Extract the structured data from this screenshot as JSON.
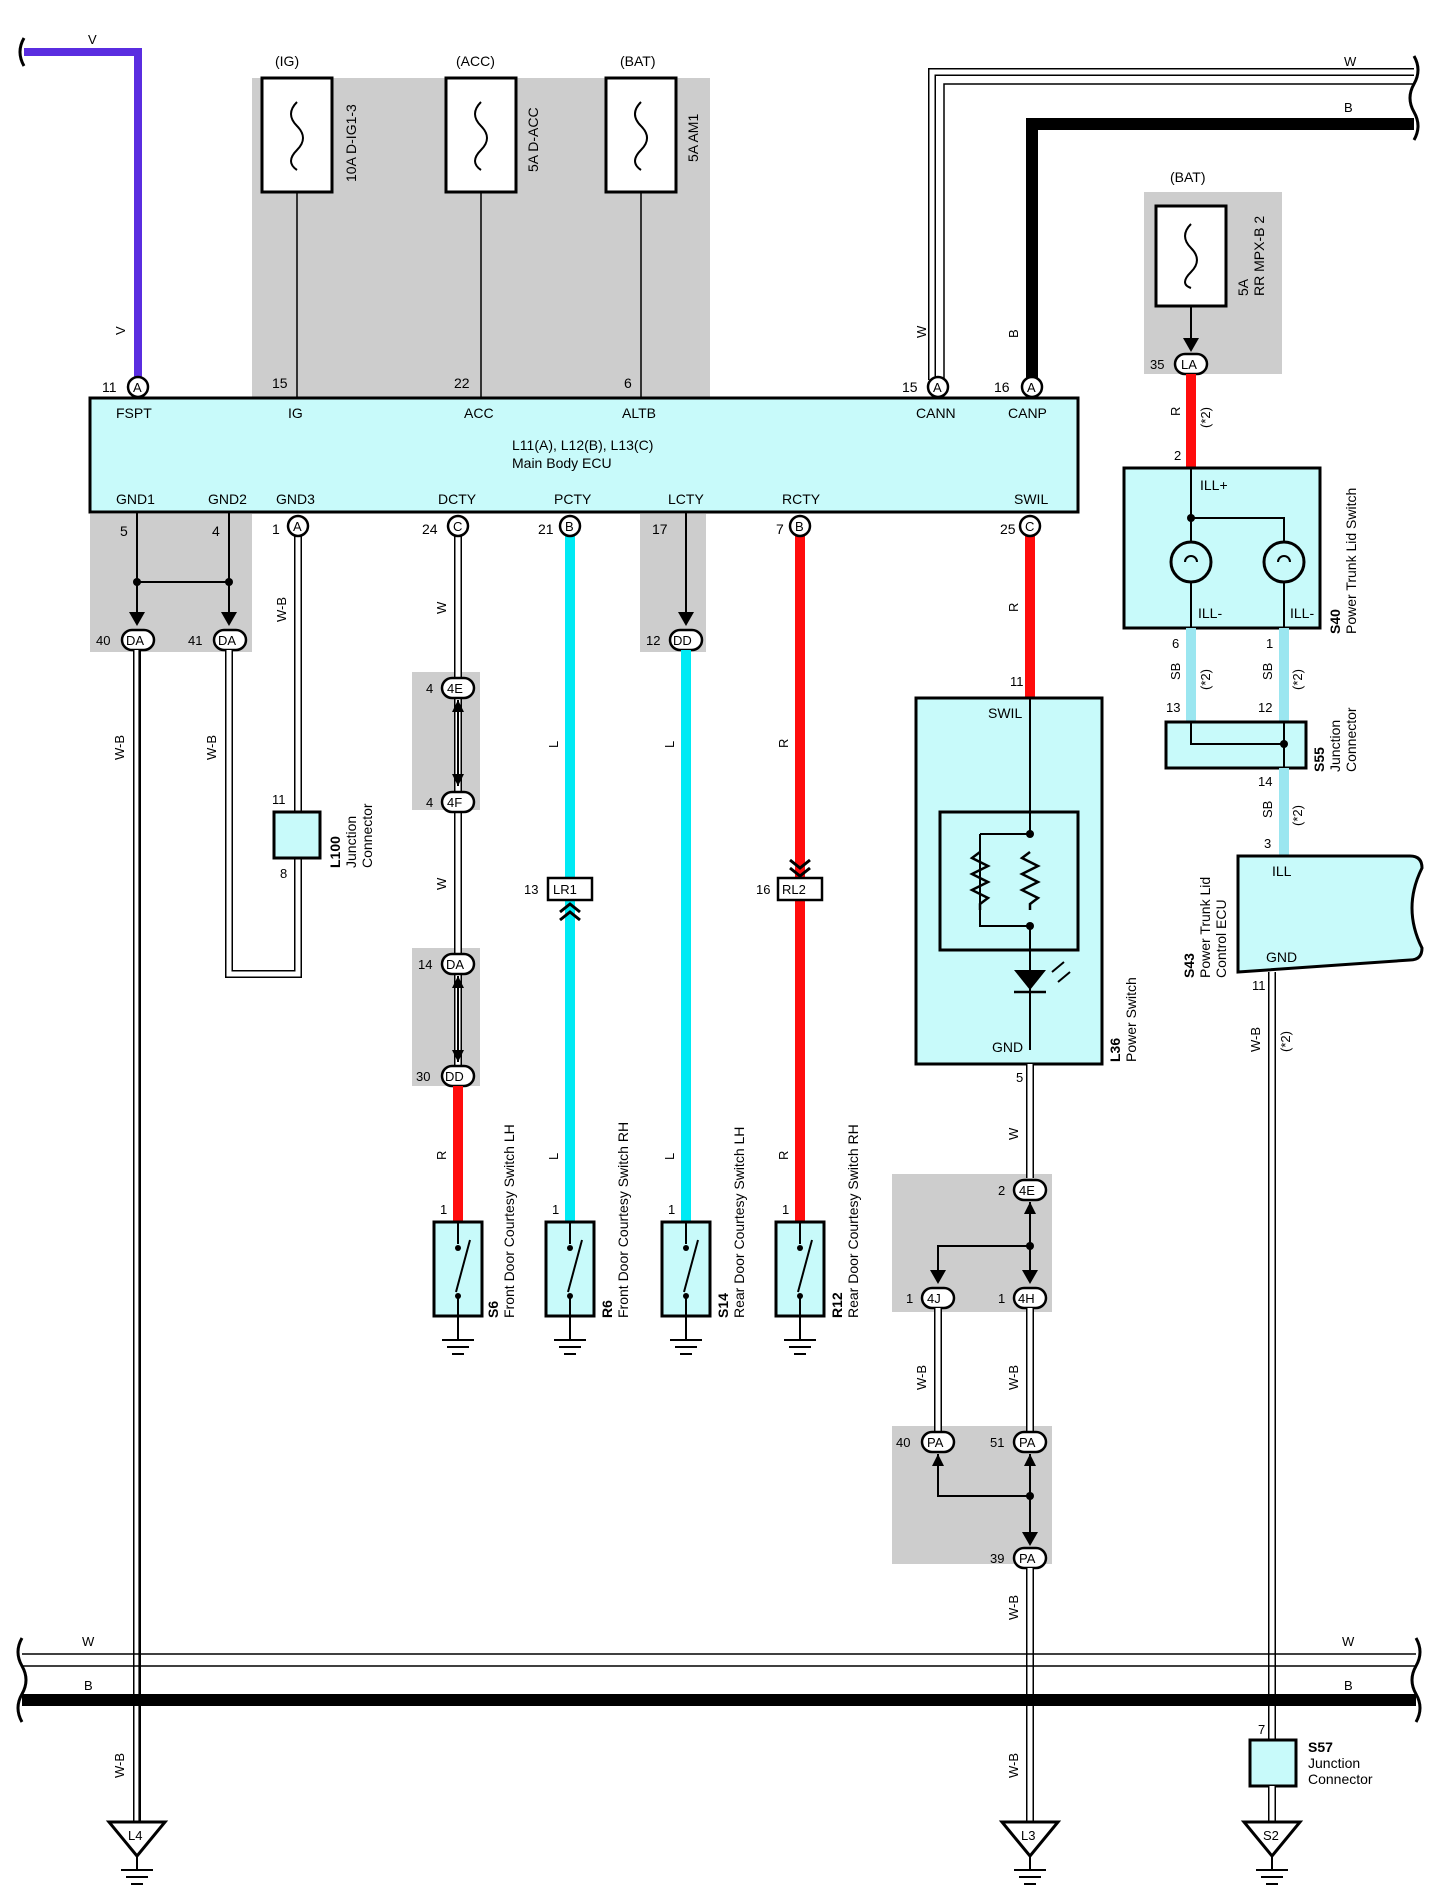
{
  "colors": {
    "V": "#5a2de0",
    "L": "#00eaf4",
    "SB": "#9be6f0",
    "R": "#ff0c0c",
    "B": "#000000",
    "W": "#ffffff",
    "box": "#c8fafa",
    "shade": "#cdcdcd"
  },
  "ecu": {
    "title": "L11(A), L12(B), L13(C)",
    "subtitle": "Main Body ECU",
    "top_pins": [
      {
        "num": "11",
        "conn": "A",
        "name": "FSPT"
      },
      {
        "num": "15",
        "conn": "",
        "name": "IG"
      },
      {
        "num": "22",
        "conn": "",
        "name": "ACC"
      },
      {
        "num": "6",
        "conn": "",
        "name": "ALTB"
      },
      {
        "num": "15",
        "conn": "A",
        "name": "CANN"
      },
      {
        "num": "16",
        "conn": "A",
        "name": "CANP"
      }
    ],
    "bottom_pins": [
      {
        "num": "5",
        "conn": "",
        "name": "GND1"
      },
      {
        "num": "4",
        "conn": "",
        "name": "GND2"
      },
      {
        "num": "1",
        "conn": "A",
        "name": "GND3"
      },
      {
        "num": "24",
        "conn": "C",
        "name": "DCTY"
      },
      {
        "num": "21",
        "conn": "B",
        "name": "PCTY"
      },
      {
        "num": "17",
        "conn": "",
        "name": "LCTY"
      },
      {
        "num": "7",
        "conn": "B",
        "name": "RCTY"
      },
      {
        "num": "25",
        "conn": "C",
        "name": "SWIL"
      }
    ]
  },
  "fuses": [
    {
      "source": "(IG)",
      "label": "10A D-IG1-3"
    },
    {
      "source": "(ACC)",
      "label": "5A D-ACC"
    },
    {
      "source": "(BAT)",
      "label": "5A AM1"
    }
  ],
  "fuse_rr": {
    "source": "(BAT)",
    "amp": "5A",
    "name": "RR MPX-B 2"
  },
  "wires": {
    "V": "V",
    "W": "W",
    "B": "B",
    "R": "R",
    "L": "L",
    "WB": "W-B",
    "SB": "SB"
  },
  "note": "(*2)",
  "connectors": {
    "LA": {
      "num": "35",
      "code": "LA"
    },
    "DA40": {
      "num": "40",
      "code": "DA"
    },
    "DA41": {
      "num": "41",
      "code": "DA"
    },
    "DD12": {
      "num": "12",
      "code": "DD"
    },
    "E4": {
      "num": "4",
      "code": "4E"
    },
    "F4": {
      "num": "4",
      "code": "4F"
    },
    "DA14": {
      "num": "14",
      "code": "DA"
    },
    "DD30": {
      "num": "30",
      "code": "DD"
    },
    "LR1": {
      "num": "13",
      "code": "LR1"
    },
    "RL2": {
      "num": "16",
      "code": "RL2"
    },
    "E4b": {
      "num": "2",
      "code": "4E"
    },
    "J4": {
      "num": "1",
      "code": "4J"
    },
    "H4": {
      "num": "1",
      "code": "4H"
    },
    "PA40": {
      "num": "40",
      "code": "PA"
    },
    "PA51": {
      "num": "51",
      "code": "PA"
    },
    "PA39": {
      "num": "39",
      "code": "PA"
    }
  },
  "switches": [
    {
      "id": "S6",
      "desc": "Front Door Courtesy Switch LH",
      "pin": "1"
    },
    {
      "id": "R6",
      "desc": "Front Door Courtesy Switch RH",
      "pin": "1"
    },
    {
      "id": "S14",
      "desc": "Rear Door Courtesy Switch LH",
      "pin": "1"
    },
    {
      "id": "R12",
      "desc": "Rear Door Courtesy Switch RH",
      "pin": "1"
    }
  ],
  "l100": {
    "id": "L100",
    "line1": "Junction",
    "line2": "Connector",
    "pin_top": "11",
    "pin_bot": "8"
  },
  "l36": {
    "id": "L36",
    "desc": "Power Switch",
    "pin_in": "11",
    "pin_out": "5",
    "swil": "SWIL",
    "gnd": "GND"
  },
  "s40": {
    "id": "S40",
    "desc": "Power Trunk Lid Switch",
    "ill_plus": "ILL+",
    "ill_minus": "ILL-",
    "pin_in": "2",
    "pin_a": "6",
    "pin_b": "1"
  },
  "s55": {
    "id": "S55",
    "line1": "Junction",
    "line2": "Connector",
    "pin_a": "13",
    "pin_b": "12",
    "pin_c": "14"
  },
  "s43": {
    "id": "S43",
    "line1": "Power Trunk Lid",
    "line2": "Control ECU",
    "ill": "ILL",
    "gnd": "GND",
    "pin_in": "3",
    "pin_out": "11"
  },
  "s57": {
    "id": "S57",
    "line1": "Junction",
    "line2": "Connector",
    "pin": "7"
  },
  "grounds": [
    "L4",
    "L3",
    "S2"
  ]
}
